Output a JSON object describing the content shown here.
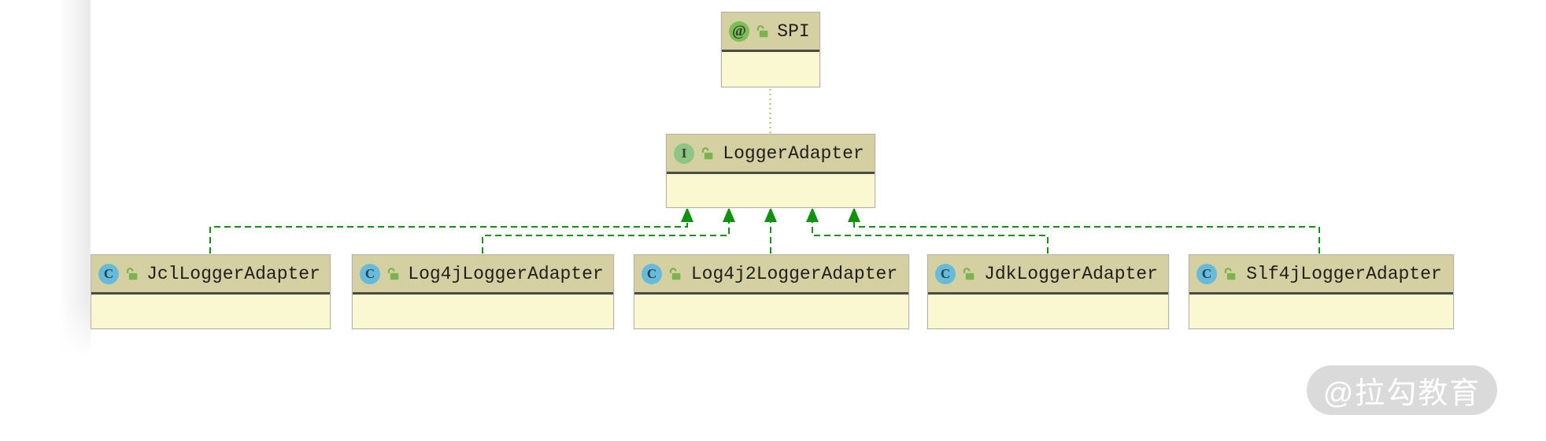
{
  "diagram": {
    "nodes": [
      {
        "id": "spi",
        "name": "SPI",
        "kind": "annotation",
        "icon": "annotation-icon",
        "icon_glyph": "@",
        "visibility_icon": "open-lock-icon"
      },
      {
        "id": "logger-adapter",
        "name": "LoggerAdapter",
        "kind": "interface",
        "icon": "interface-icon",
        "icon_glyph": "I",
        "visibility_icon": "open-lock-icon"
      },
      {
        "id": "jcl",
        "name": "JclLoggerAdapter",
        "kind": "class",
        "icon": "class-icon",
        "icon_glyph": "C",
        "visibility_icon": "open-lock-icon"
      },
      {
        "id": "log4j",
        "name": "Log4jLoggerAdapter",
        "kind": "class",
        "icon": "class-icon",
        "icon_glyph": "C",
        "visibility_icon": "open-lock-icon"
      },
      {
        "id": "log4j2",
        "name": "Log4j2LoggerAdapter",
        "kind": "class",
        "icon": "class-icon",
        "icon_glyph": "C",
        "visibility_icon": "open-lock-icon"
      },
      {
        "id": "jdk",
        "name": "JdkLoggerAdapter",
        "kind": "class",
        "icon": "class-icon",
        "icon_glyph": "C",
        "visibility_icon": "open-lock-icon"
      },
      {
        "id": "slf4j",
        "name": "Slf4jLoggerAdapter",
        "kind": "class",
        "icon": "class-icon",
        "icon_glyph": "C",
        "visibility_icon": "open-lock-icon"
      }
    ],
    "edges": [
      {
        "from": "LoggerAdapter",
        "to": "SPI",
        "type": "annotated-with",
        "style": "dotted"
      },
      {
        "from": "JclLoggerAdapter",
        "to": "LoggerAdapter",
        "type": "implements",
        "style": "dashed-arrow"
      },
      {
        "from": "Log4jLoggerAdapter",
        "to": "LoggerAdapter",
        "type": "implements",
        "style": "dashed-arrow"
      },
      {
        "from": "Log4j2LoggerAdapter",
        "to": "LoggerAdapter",
        "type": "implements",
        "style": "dashed-arrow"
      },
      {
        "from": "JdkLoggerAdapter",
        "to": "LoggerAdapter",
        "type": "implements",
        "style": "dashed-arrow"
      },
      {
        "from": "Slf4jLoggerAdapter",
        "to": "LoggerAdapter",
        "type": "implements",
        "style": "dashed-arrow"
      }
    ]
  },
  "colors": {
    "node_header": "#d4d0a2",
    "node_body": "#faf8d0",
    "node_border": "#b3b3aa",
    "header_separator": "#4b4b46",
    "implements_edge_green": "#0f930f",
    "annotation_edge_olive": "#b5b966",
    "annotation_icon_green": "#7cbf58",
    "interface_icon_green": "#8dc584",
    "class_icon_blue": "#66bbdb",
    "lock_icon_green": "#7cb34e",
    "watermark_pill": "#dadada",
    "watermark_text": "#ffffff"
  },
  "watermark": {
    "text": "@拉勾教育"
  }
}
